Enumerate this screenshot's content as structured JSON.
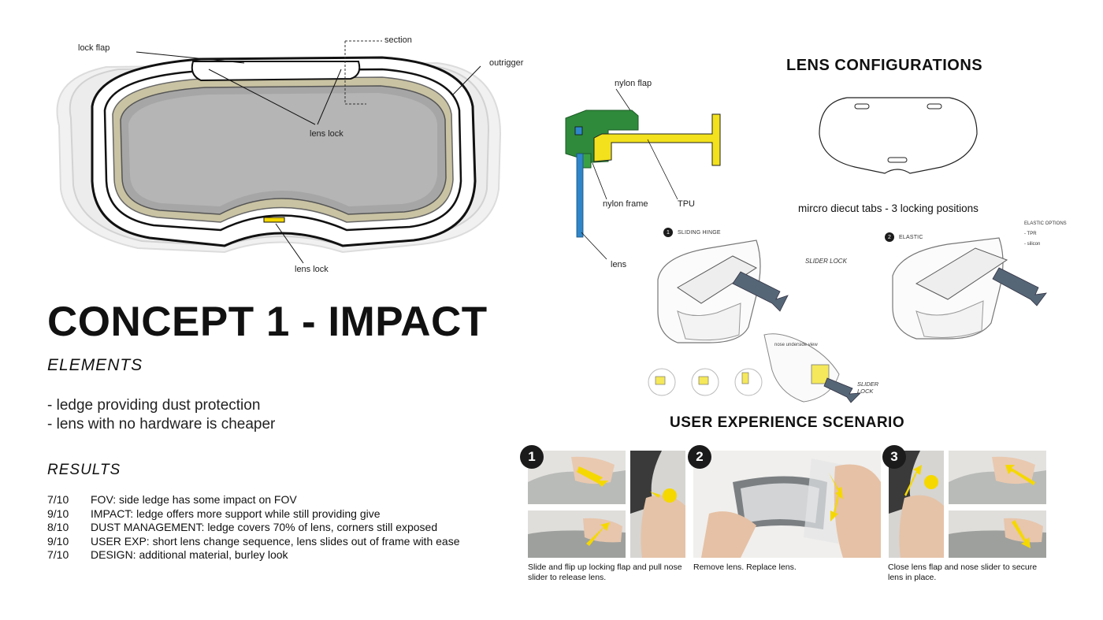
{
  "goggle_diagram": {
    "labels": {
      "lock_flap": "lock flap",
      "section": "section",
      "outrigger": "outrigger",
      "lens_lock_upper": "lens lock",
      "lens_lock_lower": "lens lock"
    }
  },
  "section_diagram": {
    "labels": {
      "nylon_flap": "nylon flap",
      "nylon_frame": "nylon frame",
      "tpu": "TPU",
      "lens": "lens"
    },
    "colors": {
      "nylon_flap": "#2f8a3b",
      "tpu": "#f2e11c",
      "lens": "#2f86c9",
      "frame_blue": "#2f86c9"
    }
  },
  "lens_config": {
    "title": "LENS CONFIGURATIONS",
    "caption": "mircro diecut tabs - 3 locking positions"
  },
  "sketches": {
    "sliding_hinge_num": "1",
    "sliding_hinge_label": "SLIDING HINGE",
    "elastic_num": "2",
    "elastic_label": "ELASTIC",
    "elastic_options_title": "ELASTIC OPTIONS",
    "elastic_option_1": "- TPR",
    "elastic_option_2": "- silicon",
    "slider_lock_1": "SLIDER LOCK",
    "slider_lock_2a": "SLIDER",
    "slider_lock_2b": "LOCK",
    "nose_view": "nose underside view"
  },
  "concept": {
    "title": "CONCEPT 1 - IMPACT",
    "elements_heading": "ELEMENTS",
    "elements": [
      "- ledge providing dust protection",
      "- lens with no hardware is cheaper"
    ],
    "results_heading": "RESULTS",
    "results": [
      {
        "score": "7/10",
        "text": "FOV: side ledge has some impact on FOV"
      },
      {
        "score": "9/10",
        "text": "IMPACT: ledge offers more support while still providing give"
      },
      {
        "score": "8/10",
        "text": "DUST MANAGEMENT: ledge covers 70% of lens, corners still exposed"
      },
      {
        "score": "9/10",
        "text": "USER EXP: short lens change sequence, lens slides out of frame with ease"
      },
      {
        "score": "7/10",
        "text": "DESIGN: additional material, burley look"
      }
    ]
  },
  "ux": {
    "title": "USER EXPERIENCE SCENARIO",
    "steps": [
      {
        "num": "1",
        "caption": "Slide and flip up locking flap and pull nose slider to release lens."
      },
      {
        "num": "2",
        "caption": "Remove lens. Replace lens."
      },
      {
        "num": "3",
        "caption": "Close lens flap and nose slider to secure lens in place."
      }
    ]
  },
  "accent_colors": {
    "yellow": "#f5d800",
    "arrow_gray": "#5a6a7a"
  }
}
